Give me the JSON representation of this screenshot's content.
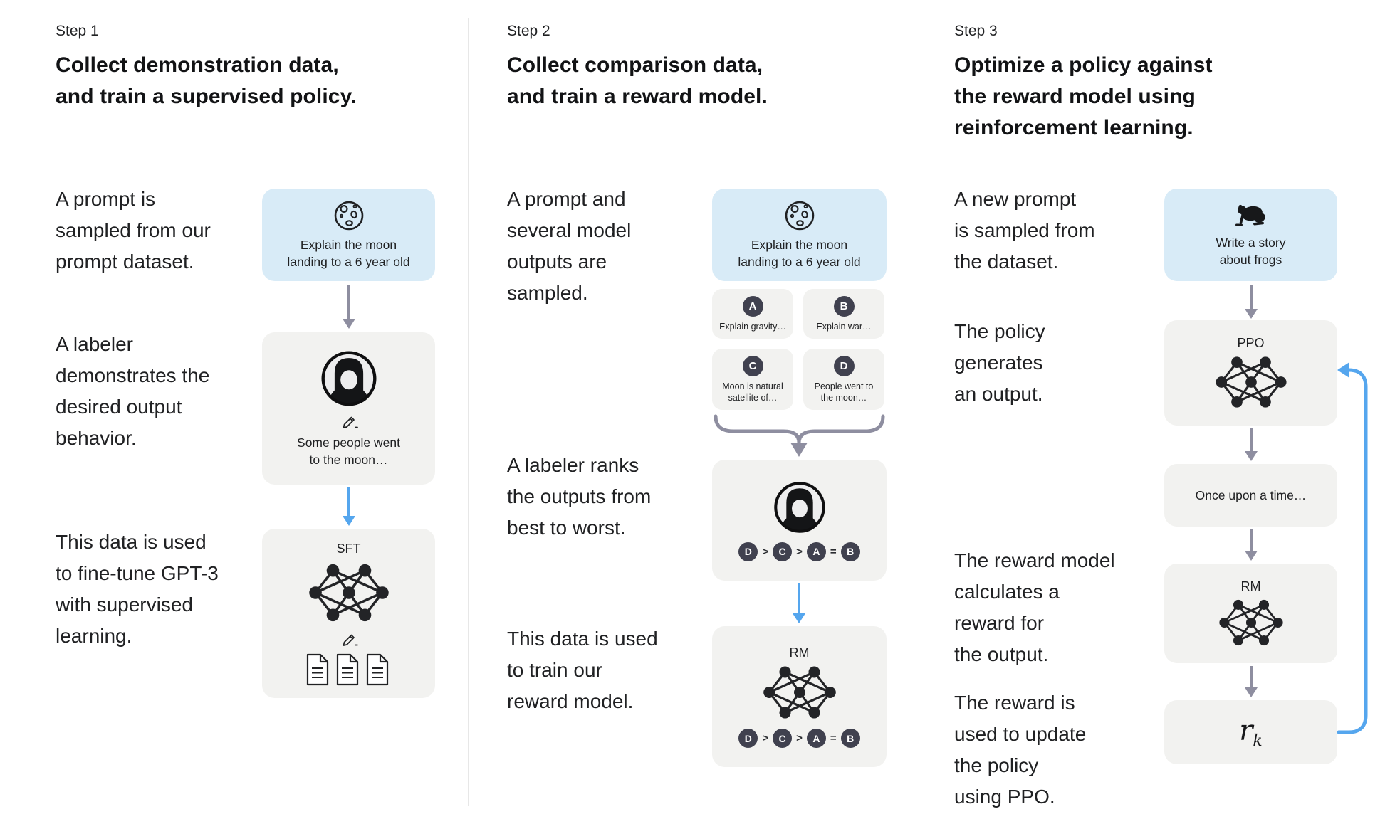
{
  "colors": {
    "prompt_box_bg": "#d8ebf7",
    "panel_box_bg": "#f2f2f0",
    "arrow_gray": "#8e8ea0",
    "arrow_blue": "#55a6ee",
    "badge_bg": "#40414f",
    "text": "#202123"
  },
  "step1": {
    "step_label": "Step 1",
    "heading": "Collect demonstration data,\nand train a supervised policy.",
    "captions": [
      "A prompt is\nsampled from our\nprompt dataset.",
      "A labeler\ndemonstrates the\ndesired output\nbehavior.",
      "This data is used\nto fine-tune GPT-3\nwith supervised\nlearning."
    ],
    "prompt_box": {
      "icon": "moon-icon",
      "text": "Explain the moon\nlanding to a 6 year old"
    },
    "labeler_box": {
      "icon": "labeler-avatar-icon",
      "pencil_icon": "pencil-icon",
      "text": "Some people went\nto the moon…"
    },
    "model_box": {
      "label": "SFT",
      "icons": [
        "neural-network-icon",
        "pencil-icon",
        "documents-icon"
      ]
    }
  },
  "step2": {
    "step_label": "Step 2",
    "heading": "Collect comparison data,\nand train a reward model.",
    "captions": [
      "A prompt and\nseveral model\noutputs are\nsampled.",
      "A labeler ranks\nthe outputs from\nbest to worst.",
      "This data is used\nto train our\nreward model."
    ],
    "prompt_box": {
      "icon": "moon-icon",
      "text": "Explain the moon\nlanding to a 6 year old"
    },
    "options": [
      {
        "id": "A",
        "text": "Explain gravity…"
      },
      {
        "id": "B",
        "text": "Explain war…"
      },
      {
        "id": "C",
        "text": "Moon is natural\nsatellite of…"
      },
      {
        "id": "D",
        "text": "People went to\nthe moon…"
      }
    ],
    "ranking": {
      "display": "D > C > A = B",
      "items": [
        "D",
        "C",
        "A",
        "B"
      ],
      "separators": [
        ">",
        ">",
        "="
      ]
    },
    "labeler_box": {
      "icon": "labeler-avatar-icon"
    },
    "model_box": {
      "label": "RM",
      "icons": [
        "neural-network-icon"
      ]
    }
  },
  "step3": {
    "step_label": "Step 3",
    "heading": "Optimize a policy against\nthe reward model using\nreinforcement learning.",
    "captions": [
      "A new prompt\nis sampled from\nthe dataset.",
      "The policy\ngenerates\nan output.",
      "The reward model\ncalculates a\nreward for\nthe output.",
      "The reward is\nused to update\nthe policy\nusing PPO."
    ],
    "prompt_box": {
      "icon": "frog-icon",
      "text": "Write a story\nabout frogs"
    },
    "policy_box": {
      "label": "PPO",
      "icons": [
        "neural-network-icon"
      ]
    },
    "output_box": {
      "text": "Once upon a time…"
    },
    "rm_box": {
      "label": "RM",
      "icons": [
        "neural-network-icon"
      ]
    },
    "reward_box": {
      "symbol": "r",
      "subscript": "k"
    }
  }
}
